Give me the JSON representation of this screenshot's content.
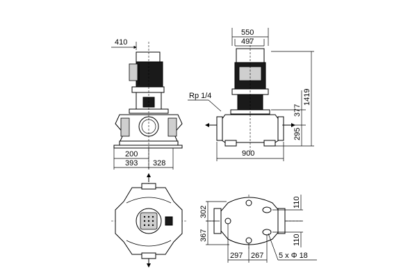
{
  "dimensions": {
    "front": {
      "motor_offset": "410",
      "inlet_center": "200",
      "left_width": "393",
      "right_width": "328"
    },
    "side": {
      "motor_width": "550",
      "motor_inner": "497",
      "connection": "Rp 1/4",
      "shaft_height": "377",
      "center_height": "295",
      "total_height": "1419",
      "flange_length": "900"
    },
    "bottom": {
      "port_spacing": "302",
      "base_depth": "367",
      "foot_left": "297",
      "foot_right": "267",
      "hole_spacing_top": "110",
      "hole_spacing_bottom": "110",
      "holes": "5 x Φ 18"
    }
  },
  "colors": {
    "line": "#000000",
    "background": "#ffffff",
    "motor_fill": "#1a1a1a",
    "shade": "#cfcfcf"
  }
}
